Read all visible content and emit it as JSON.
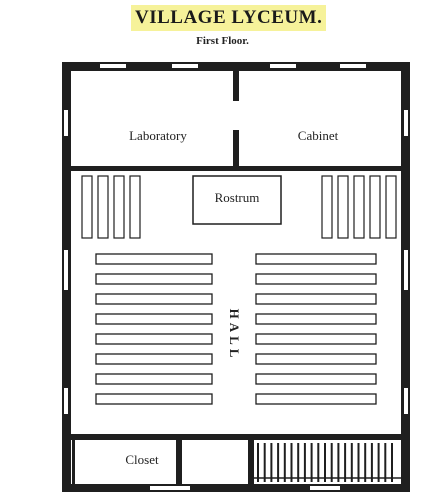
{
  "header": {
    "title": "VILLAGE LYCEUM.",
    "subtitle": "First Floor."
  },
  "rooms": {
    "laboratory": "Laboratory",
    "cabinet": "Cabinet",
    "rostrum": "Rostrum",
    "hall": "HALL",
    "closet": "Closet"
  },
  "colors": {
    "ink": "#1f1f1f",
    "highlight": "#f6f29a"
  }
}
